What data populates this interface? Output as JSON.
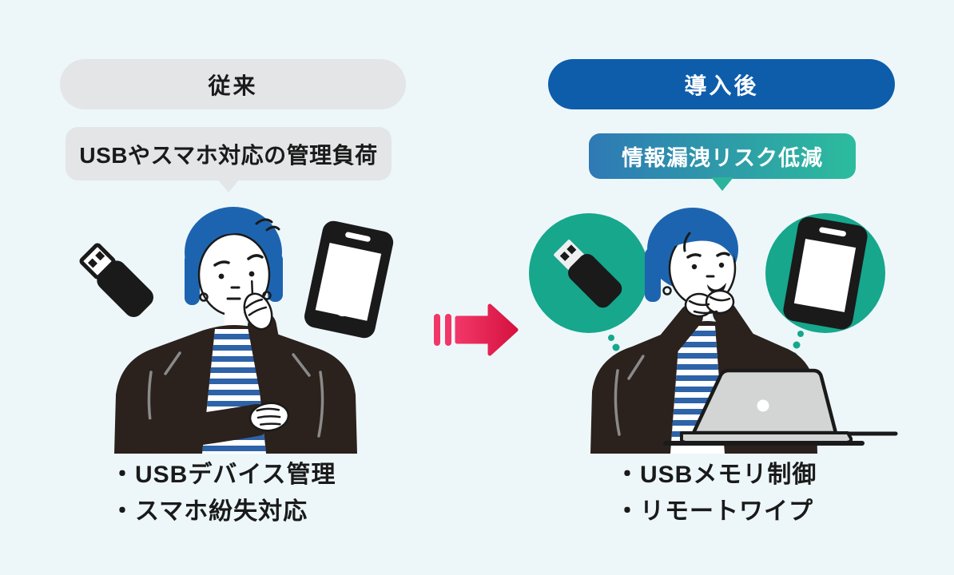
{
  "colors": {
    "bg": "#edf7fa",
    "ink": "#1a1a1a",
    "gray_pill": "#e3e5e6",
    "blue_pill": "#0d5dab",
    "bubble_grad_start": "#2f79b5",
    "bubble_grad_end": "#2cbc9d",
    "tail_teal": "#2bb49b",
    "teal": "#16a78c",
    "hair_blue": "#1d64b0",
    "stripe_blue": "#2d63a8",
    "cardigan": "#2b211d",
    "laptop_gray": "#d3d5d5",
    "fold_gray": "#8a8a8a",
    "arrow_start": "#f13768",
    "arrow_end": "#d61240"
  },
  "left": {
    "header": "従来",
    "bubble": "USBやスマホ対応の管理負荷",
    "bullets": [
      "・USBデバイス管理",
      "・スマホ紛失対応"
    ]
  },
  "right": {
    "header": "導入後",
    "bubble": "情報漏洩リスク低減",
    "bullets": [
      "・USBメモリ制御",
      "・リモートワイプ"
    ]
  },
  "icons": {
    "transition_arrow": "➡",
    "usb_memory": "USBメモリ",
    "smartphone": "スマートフォン",
    "laptop": "ノートPC"
  }
}
